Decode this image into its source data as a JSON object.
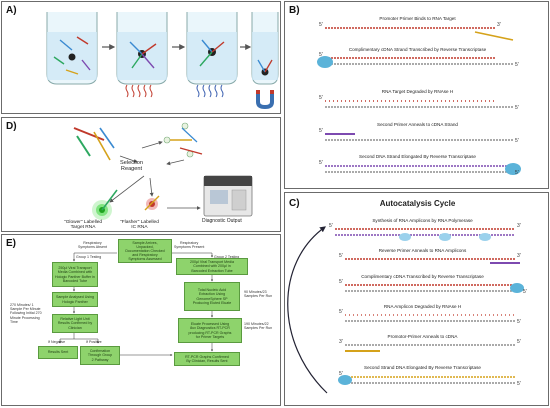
{
  "panels": {
    "a_label": "A)",
    "b_label": "B)",
    "c_label": "C)",
    "d_label": "D)",
    "e_label": "E)"
  },
  "panel_b": {
    "step1": "Promoter Primer Binds to RNA Target",
    "step2": "Complimentary cDNA Strand Transcribed by Reverse Transcriptase",
    "step3": "RNA Target Degraded by RNAse H",
    "step4": "Second Primer Anneals to cDNA Strand",
    "step5": "Second DNA Strand Elongated By Reverse Transcriptase"
  },
  "panel_c": {
    "title": "Autocatalysis Cycle",
    "step1": "Synthesis of RNA Amplicons by RNA Polymerase",
    "step2": "Reverse Primer Anneals to RNA Amplicons",
    "step3": "Complimentary cDNA Transcribed by Reverse Transcriptase",
    "step4": "RNA Amplicon Degraded by RNAse H",
    "step5": "Promotor-Primer Anneals to cDNA",
    "step6": "Second Strand DNA Elongated By Reverse Transcriptase"
  },
  "panel_d": {
    "selection": "Selection\nReagent",
    "glower": "\"Glower\" Labelled\nTarget RNA",
    "flasher": "\"Flasher\" Labelled\nIC RNA",
    "output": "Diagnostic Output"
  },
  "panel_e": {
    "resp_absent": "Respiratory\nSymptoms Absent",
    "resp_present": "Respiratory\nSymptoms Present",
    "top_box": "Sample Arrives,\nUnpacked,\nDocumentation Checked\nand Respiratory\nSymptoms Assessed",
    "group1": "Group 1 Testing",
    "group2": "Group 2 Testing",
    "left1": "250μl Viral Transport\nMedia Combined with\nHologic Panther Buffer in\nBarcoded Tube",
    "left2": "Sample Analysed Using\nHologic Panther",
    "left3": "Relative Light Unit\nResults Confirmed by\nClinician",
    "left_neg": "Results Sent",
    "left_conf": "Confirmation\nThrough Group\n2 Pathway",
    "if_negative": "If Negative",
    "if_positive": "If Positive",
    "timing_left": "270 Minutes/ 1\nSample Per Minute\nFollowing Initial 270\nMinute Processing\nTime",
    "right1": "200μl Viral Transport Media\nCombined with 200μl in\nBarcoded Extraction Tube",
    "right2": "Total Nucleic Acid\nExtraction Using\nGenomeSphere SP\nProducing Eluted Eluate",
    "timing_r1": "90 Minutes/23\nSamples Per Run",
    "right3": "Eluate Processed Using\n8ux Diagnostics RT-PCR\nproducing RT-PCR Graphs\nfor Primer Targets",
    "timing_r2": "190 Minutes/22\nSamples Per Run",
    "right4": "RT-PCR Graphs Confirmed\nBy Clinician, Results Sent"
  },
  "colors": {
    "flow_green": "#8ed36c",
    "strand_red": "#c0392b",
    "strand_gray": "#8e8e8e",
    "enzyme_blue": "#5bb3d9",
    "primer_purple": "#7d4ab0",
    "primer_yellow": "#d5a21a"
  }
}
